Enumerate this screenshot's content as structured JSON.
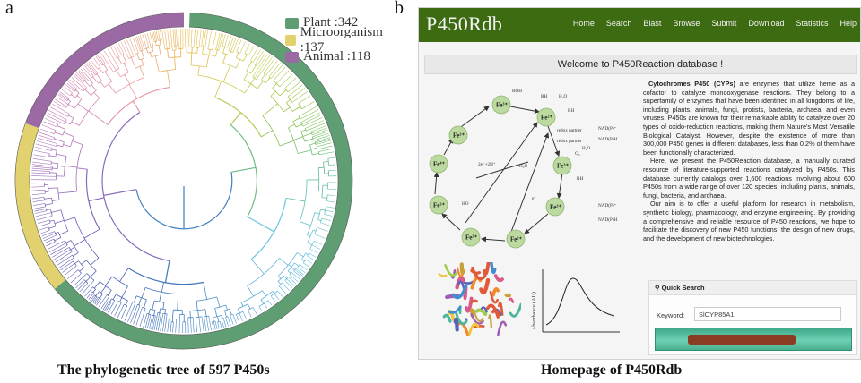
{
  "figure": {
    "panel_a_letter": "a",
    "panel_b_letter": "b",
    "caption_a": "The phylogenetic tree of 597 P450s",
    "caption_b": "Homepage of P450Rdb"
  },
  "legend": {
    "items": [
      {
        "label": "Plant :342",
        "color": "#5f9e72"
      },
      {
        "label": "Microorganism :137",
        "color": "#e2d26f"
      },
      {
        "label": "Animal :118",
        "color": "#9b6aa5"
      }
    ]
  },
  "site": {
    "logo": "P450Rdb",
    "nav_color": "#3d6b12",
    "menu": [
      "Home",
      "Search",
      "Blast",
      "Browse",
      "Submit",
      "Download",
      "Statistics",
      "Help"
    ],
    "welcome": "Welcome to P450Reaction database !",
    "intro": {
      "p1_bold": "Cytochromes P450 (CYPs)",
      "p1_rest": " are enzymes that utilize heme as a cofactor to catalyze monooxygenase reactions. They belong to a superfamily of enzymes that have been identified in all kingdoms of life, including plants, animals, fungi, protists, bacteria, archaea, and even viruses. P450s are known for their remarkable ability to catalyze over 20 types of oxido-reduction reactions, making them Nature's Most Versatile Biological Catalyst. However, despite the existence of more than 300,000 P450 genes in different databases, less than 0.2% of them have been functionally characterized.",
      "p2": "Here, we present the P450Reaction database, a manually curated resource of literature-supported reactions catalyzed by P450s. This database currently catalogs over 1,600 reactions involving about 600 P450s from a wide range of over 120 species, including plants, animals, fungi, bacteria, and archaea.",
      "p3": "Our aim is to offer a useful platform for research in metabolism, synthetic biology, pharmacology, and enzyme engineering. By providing a comprehensive and reliable resource of P450 reactions, we hope to facilitate the discovery of new P450 functions, the design of new drugs, and the development of new biotechnologies."
    },
    "cycle": {
      "fe_labels": [
        "Fe³⁺",
        "Fe³⁺",
        "Fe²⁺",
        "Fe³⁺",
        "Fe³⁺",
        "Fe²⁺",
        "Fe³⁺",
        "Fe³⁺",
        "Fe⁴⁺",
        "Fe⁴⁺"
      ],
      "tiny_labels": [
        "ROH",
        "RH",
        "H₂O",
        "RH",
        "O₂",
        "H₂O",
        "2e⁻+2H⁺",
        "redox partner",
        "redox partner",
        "NAD(P)⁺",
        "NAD(P)H",
        "NAD(P)⁺",
        "NAD(P)H",
        "HO",
        "H₂O",
        "RH",
        "e⁻"
      ]
    },
    "absorbance_label": "Absorbance (AU)",
    "quick_search": {
      "header": "Quick Search",
      "keyword_label": "Keyword:",
      "keyword_value": "SlCYP85A1"
    }
  }
}
